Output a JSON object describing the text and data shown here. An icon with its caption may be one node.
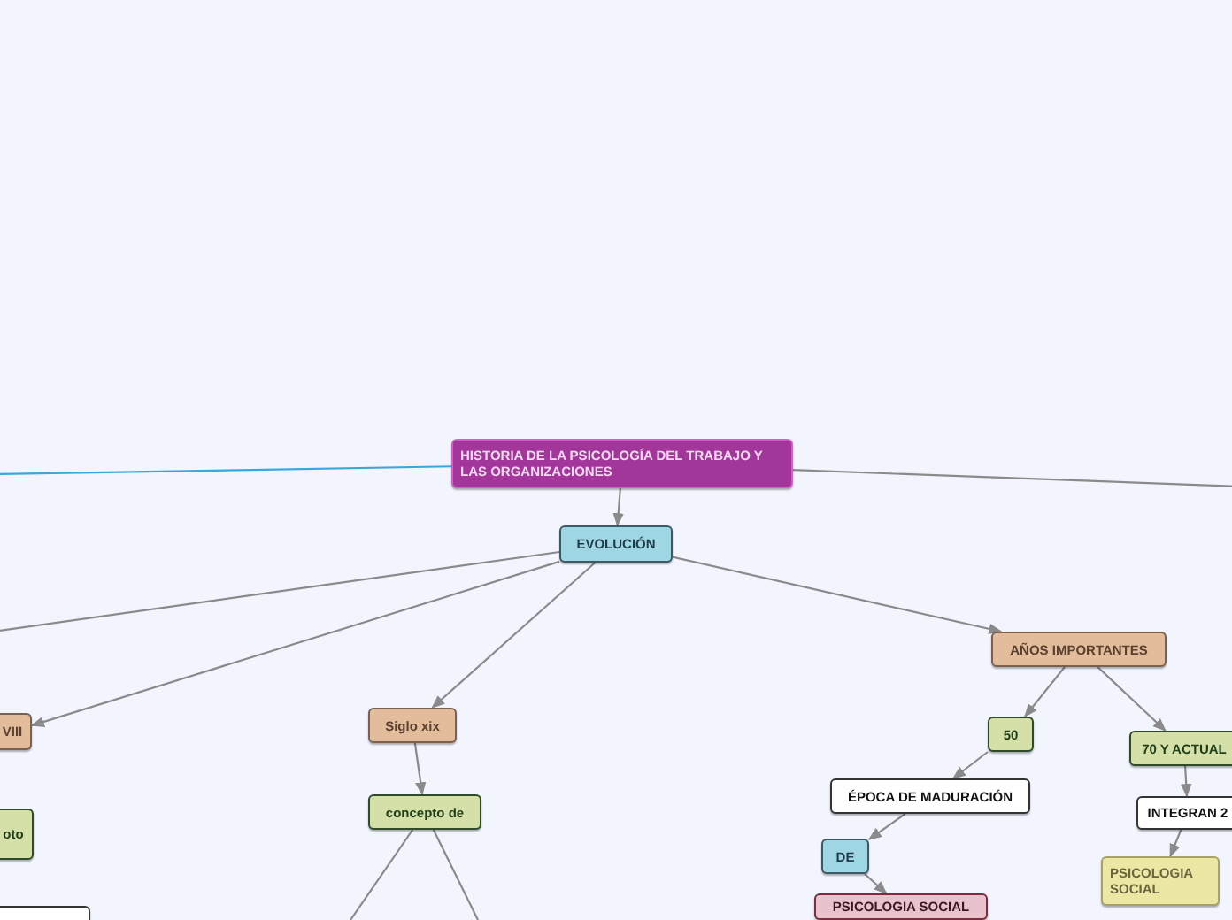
{
  "diagram": {
    "nodes": [
      {
        "text": [
          "HISTORIA DE LA PSICOLOGÍA DEL TRABAJO Y LAS ORGANIZACIONES"
        ]
      },
      {
        "text": [
          "EVOLUCIÓN"
        ]
      },
      {
        "text": [
          "VIII"
        ]
      },
      {
        "text": [
          "oto"
        ]
      },
      {
        "text": [],
        "shape": "box"
      },
      {
        "text": [
          "Siglo xix"
        ]
      },
      {
        "text": [
          "concepto de"
        ]
      },
      {
        "text": [
          "AÑOS IMPORTANTES"
        ]
      },
      {
        "text": [
          "50"
        ]
      },
      {
        "text": [
          "70 Y ACTUAL"
        ]
      },
      {
        "text": [
          "ÉPOCA DE MADURACIÓN"
        ]
      },
      {
        "text": [
          "INTEGRAN 2"
        ]
      },
      {
        "text": [
          "DE"
        ]
      },
      {
        "text": [
          "PSICOLOGIA SOCIAL"
        ]
      },
      {
        "text": [
          "PSICOLOGIA SOCIAL"
        ]
      }
    ],
    "edges": [
      {
        "from": 0,
        "to": null,
        "arrow": "none",
        "color": "#3aa6dc"
      },
      {
        "from": 0,
        "to": null,
        "arrow": "none"
      },
      {
        "from": 0,
        "to": 1,
        "arrow": "to"
      },
      {
        "from": 1,
        "to": null,
        "arrow": "none"
      },
      {
        "from": 1,
        "to": 2,
        "arrow": "to"
      },
      {
        "from": 1,
        "to": 5,
        "arrow": "to"
      },
      {
        "from": 1,
        "to": 7,
        "arrow": "to"
      },
      {
        "from": 5,
        "to": 6,
        "arrow": "to"
      },
      {
        "from": 6,
        "to": null,
        "arrow": "none"
      },
      {
        "from": 6,
        "to": null,
        "arrow": "none"
      },
      {
        "from": 7,
        "to": 8,
        "arrow": "to"
      },
      {
        "from": 7,
        "to": 9,
        "arrow": "to"
      },
      {
        "from": 8,
        "to": 10,
        "arrow": "to"
      },
      {
        "from": 10,
        "to": 12,
        "arrow": "to"
      },
      {
        "from": 12,
        "to": 14,
        "arrow": "to"
      },
      {
        "from": 9,
        "to": 11,
        "arrow": "to"
      },
      {
        "from": 11,
        "to": 13,
        "arrow": "to"
      }
    ]
  }
}
